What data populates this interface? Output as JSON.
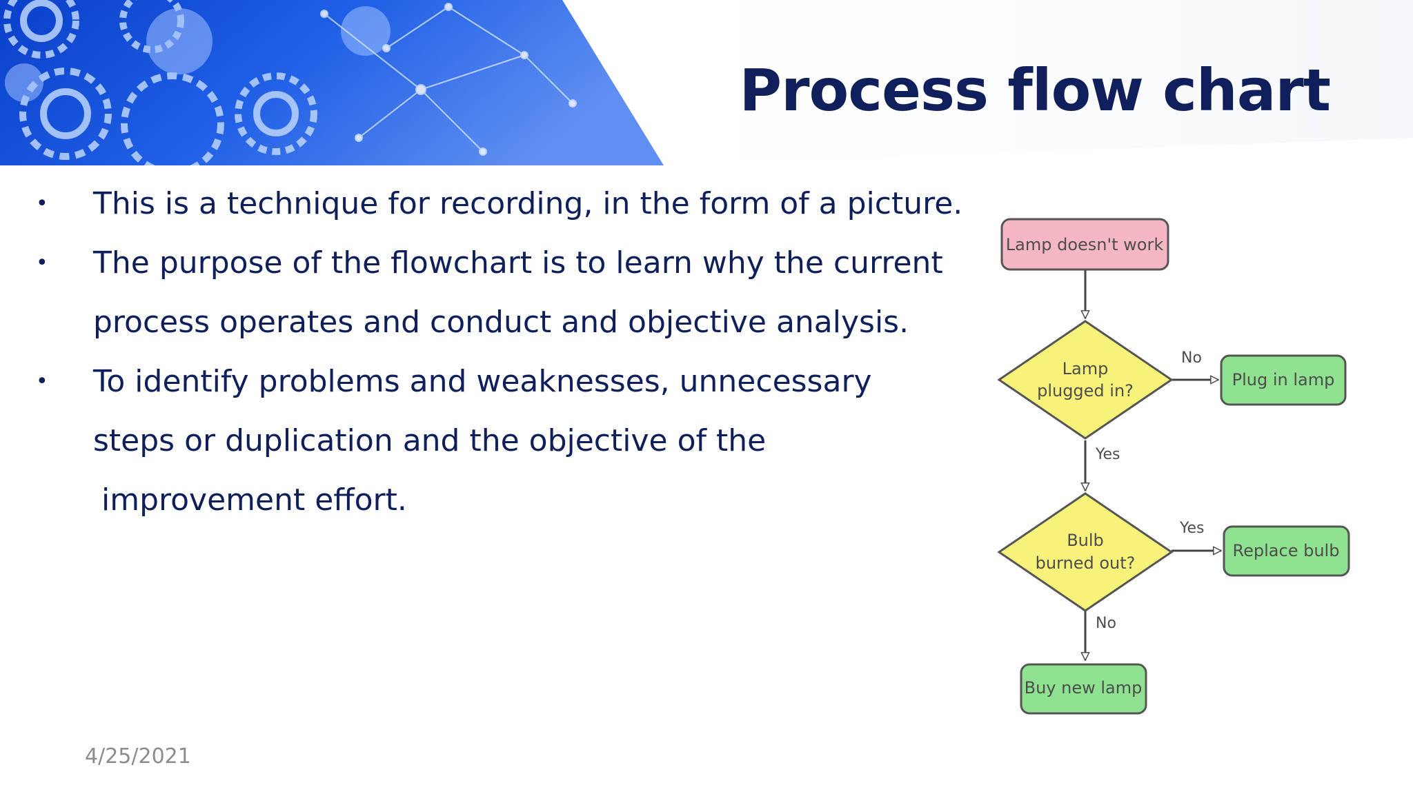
{
  "slide": {
    "title": "Process flow chart",
    "bullets": [
      {
        "lines": [
          "This is a technique for recording, in the form of a picture."
        ]
      },
      {
        "lines": [
          "The purpose of the flowchart is to learn why the current",
          "process operates and conduct and objective analysis."
        ]
      },
      {
        "lines": [
          "To identify problems and weaknesses, unnecessary",
          "steps or duplication and the objective of the",
          "improvement effort."
        ]
      }
    ],
    "bullet_symbol": "•",
    "date": "4/25/2021"
  },
  "flowchart": {
    "start": "Lamp doesn't work",
    "decision1": [
      "Lamp",
      "plugged in?"
    ],
    "decision1_no_label": "No",
    "decision1_yes_label": "Yes",
    "action1": "Plug in lamp",
    "decision2": [
      "Bulb",
      "burned out?"
    ],
    "decision2_yes_label": "Yes",
    "decision2_no_label": "No",
    "action2": "Replace bulb",
    "end": "Buy new lamp"
  },
  "colors": {
    "title": "#0e1f5b",
    "body_text": "#0e1f5b",
    "banner_blue": "#1c52d8",
    "start_fill": "#f6b7c4",
    "decision_fill": "#f6f27a",
    "action_fill": "#8fe28f",
    "date": "#8c8c8c"
  }
}
